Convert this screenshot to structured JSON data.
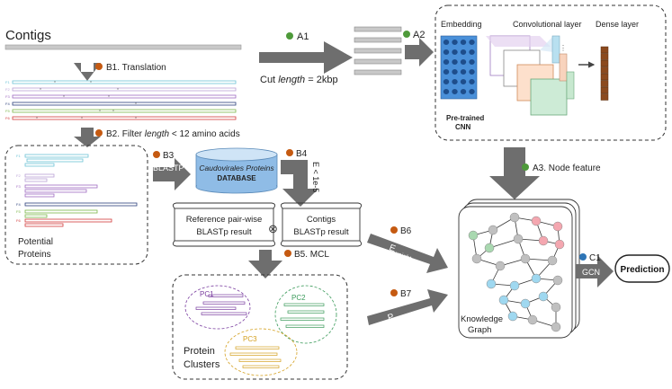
{
  "colors": {
    "arrow": "#6e6e6e",
    "dot_orange": "#c55a11",
    "dot_green": "#4e9a3a",
    "dot_blue": "#2e75b6",
    "node_green": "#a9d8b0",
    "node_red": "#f4a7b0",
    "node_blue": "#9fd8f0",
    "node_gray": "#c0c0c0",
    "db_top": "#bcd8f0",
    "db_body": "#8fbce6"
  },
  "labels": {
    "contigs": "Contigs",
    "a1": "A1",
    "a1_caption_prefix": "Cut ",
    "a1_caption_italic": "length",
    "a1_caption_suffix": " = 2kbp",
    "a2": "A2",
    "a3": "A3. Node feature",
    "b1": "B1. Translation",
    "b2_prefix": "B2. Filter ",
    "b2_italic": "length",
    "b2_suffix": " < 12 amino acids",
    "b3": "B3",
    "blastp": "BLASTP",
    "b4": "B4",
    "evalue": "E < 1e-5",
    "b5": "B5. MCL",
    "b6": "B6",
    "e_weight": "E",
    "e_weight_sub": "weight",
    "b7": "B7",
    "p_weight": "P",
    "p_weight_sub": "weight",
    "c1": "C1",
    "gcn": "GCN",
    "prediction": "Prediction",
    "db_title": "Caudovirales Proteins",
    "db_sub": "DATABASE",
    "ref_blast_1": "Reference pair-wise",
    "ref_blast_2": "BLASTp result",
    "otimes": "⊗",
    "contig_blast_1": "Contigs",
    "contig_blast_2": "BLASTp result",
    "potential_1": "Potential",
    "potential_2": "Proteins",
    "clusters_1": "Protein",
    "clusters_2": "Clusters",
    "pc1": "PC1",
    "pc2": "PC2",
    "pc3": "PC3",
    "kg_1": "Knowledge",
    "kg_2": "Graph",
    "embedding": "Embedding",
    "conv_layer": "Convolutional layer",
    "dense_layer": "Dense layer",
    "pretrained_1": "Pre-trained",
    "pretrained_2": "CNN",
    "frames": [
      "F1",
      "F2",
      "F3",
      "F4",
      "F5",
      "F6"
    ]
  }
}
